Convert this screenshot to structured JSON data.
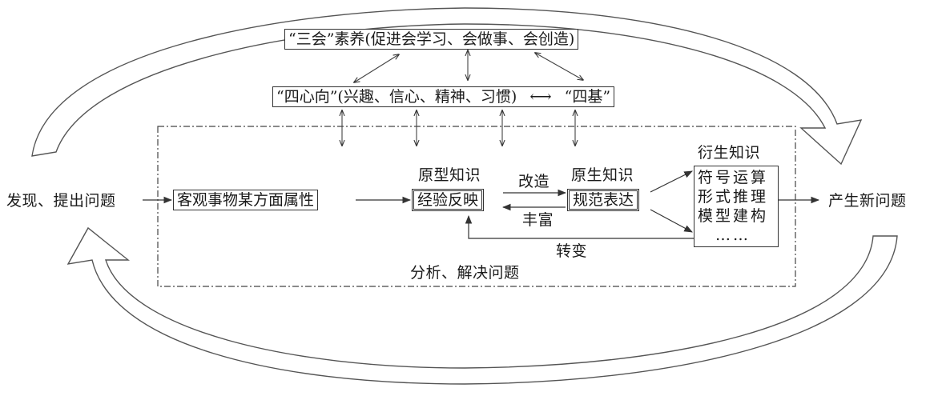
{
  "top_box": "“三会”素养(促进会学习、会做事、会创造)",
  "second_box": "“四心向”(兴趣、信心、精神、习惯)",
  "second_arrow": "⟷",
  "four_basics": "“四基”",
  "left_label": "发现、提出问题",
  "right_label": "产生新问题",
  "object_box": "客观事物某方面属性",
  "prototype_title": "原型知识",
  "prototype_box": "经验反映",
  "transform_label": "改造",
  "enrich_label": "丰富",
  "original_title": "原生知识",
  "original_box": "规范表达",
  "derived_title": "衍生知识",
  "derived_items": [
    "符号运算",
    "形式推理",
    "模型建构",
    "……"
  ],
  "change_label": "转变",
  "analyze_label": "分析、解决问题"
}
